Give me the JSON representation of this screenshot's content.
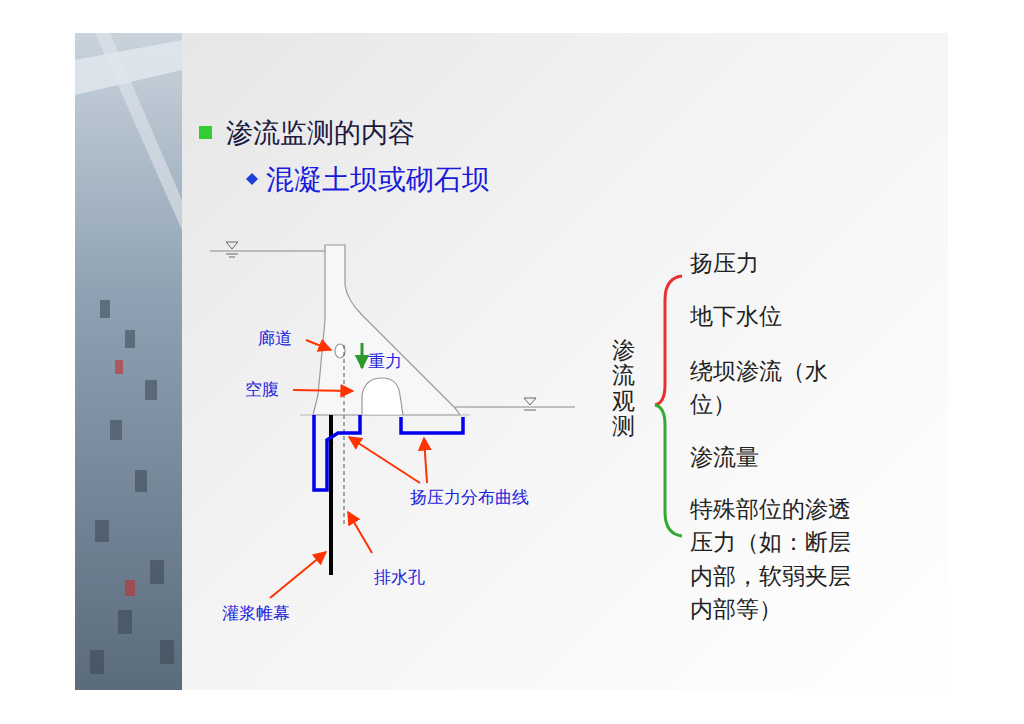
{
  "diagram": {
    "title": "渗流监测的内容",
    "labels": [
      "混凝土坝或砌石坝",
      "廊道",
      "重力",
      "空腹",
      "扬压力分布曲线",
      "排水孔",
      "灌浆帷幕",
      "渗流观测",
      "扬压力",
      "地下水位",
      "绕坝渗流（水位）",
      "渗流量",
      "特殊部位的渗透压力（如：断层内部，软弱夹层内部等）"
    ]
  }
}
